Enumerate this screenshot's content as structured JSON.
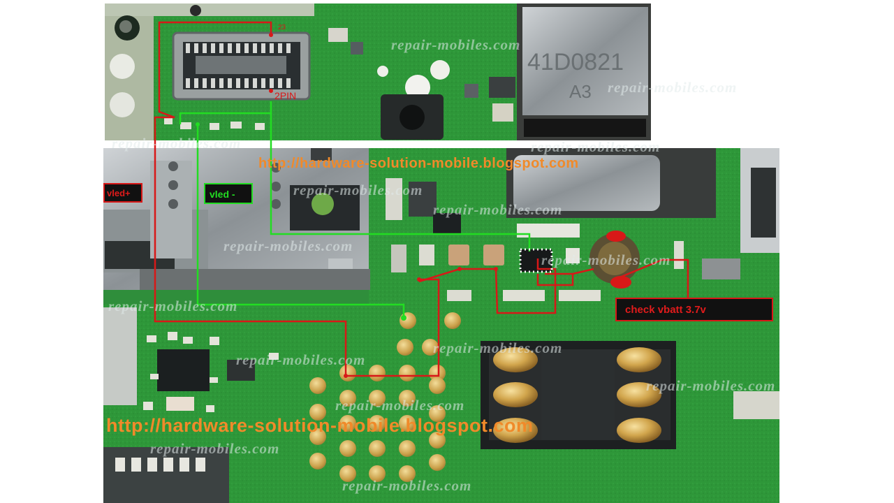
{
  "labels": {
    "pin23": "23",
    "pin2": "2PIN",
    "vled_plus": "vled+",
    "vled_minus": "vled -",
    "check_vbat": "check vbatt 3.7v"
  },
  "watermark": "repair-mobiles.com",
  "blog_url": "http://hardware-solution-mobile.blogspot.com",
  "colors": {
    "pcb_green": "#2f9a3c",
    "red_trace": "#d81818",
    "green_trace": "#22dd22",
    "url_orange": "#f08a2a"
  }
}
